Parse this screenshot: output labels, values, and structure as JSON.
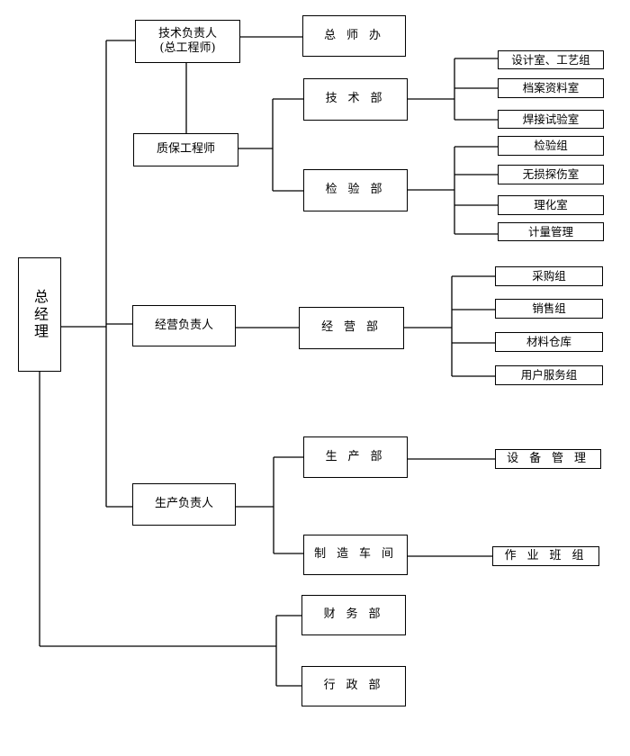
{
  "root": "总经理",
  "tech_head": "技术负责人\n(总工程师)",
  "chief_office": "总 师 办",
  "quality_engineer": "质保工程师",
  "tech_dept": "技 术 部",
  "tech_dept_units": [
    "设计室、工艺组",
    "档案资料室",
    "焊接试验室"
  ],
  "inspection_dept": "检 验 部",
  "inspection_units": [
    "检验组",
    "无损探伤室",
    "理化室",
    "计量管理"
  ],
  "business_head": "经营负责人",
  "business_dept": "经 营 部",
  "business_units": [
    "采购组",
    "销售组",
    "材料仓库",
    "用户服务组"
  ],
  "production_head": "生产负责人",
  "production_dept": "生 产 部",
  "equipment_mgmt": "设 备 管 理",
  "workshop": "制 造 车 间",
  "work_team": "作 业 班 组",
  "finance_dept": "财 务 部",
  "admin_dept": "行 政 部"
}
